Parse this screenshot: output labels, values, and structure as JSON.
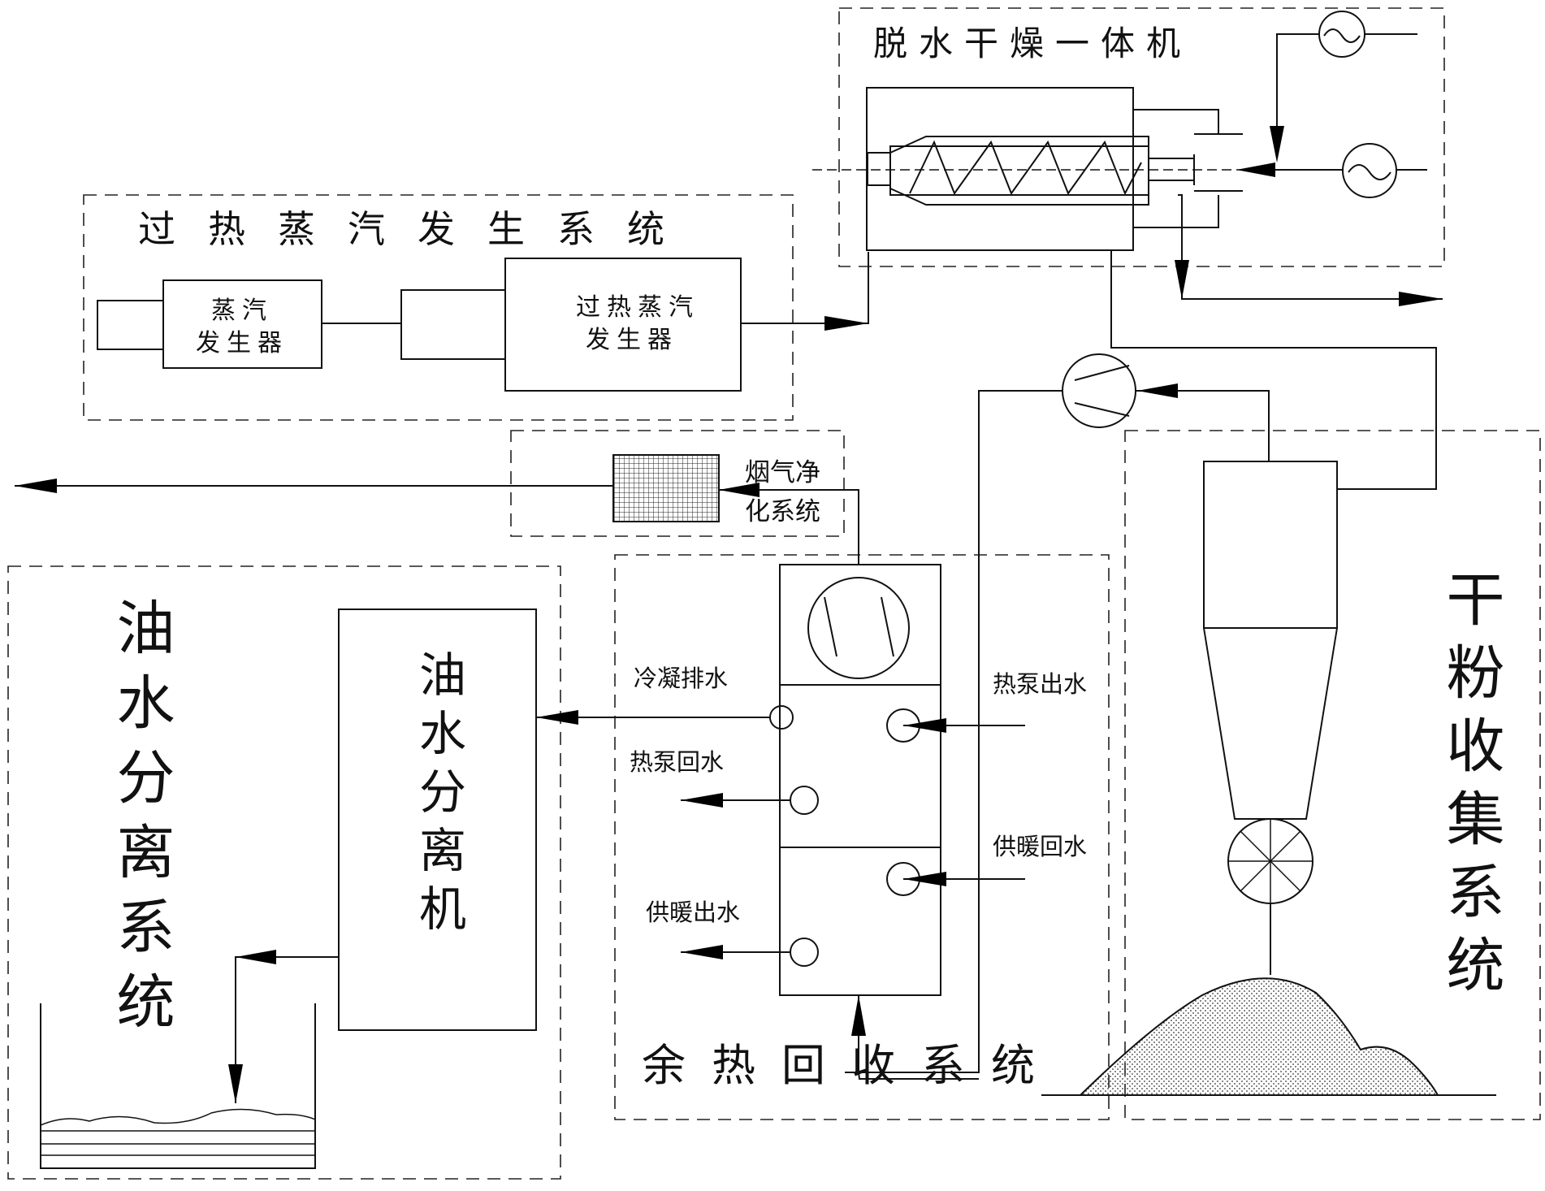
{
  "systems": {
    "steam_generation": "过热蒸汽发生系统",
    "dewatering_dryer": "脱水干燥一体机",
    "flue_gas_purification": [
      "烟气净",
      "化系统"
    ],
    "waste_heat_recovery": "余热回收系统",
    "dry_powder_collection": "干粉收集系统",
    "oil_water_separation": "油水分离系统"
  },
  "devices": {
    "steam_generator": [
      "蒸汽",
      "发生器"
    ],
    "superheated_steam_generator": [
      "过热蒸汽",
      "发生器"
    ],
    "oil_water_separator": "油水分离机"
  },
  "flows": {
    "condensate_drain": "冷凝排水",
    "heat_pump_outlet": "热泵出水",
    "heat_pump_return": "热泵回水",
    "heating_return": "供暖回水",
    "heating_outlet": "供暖出水"
  }
}
